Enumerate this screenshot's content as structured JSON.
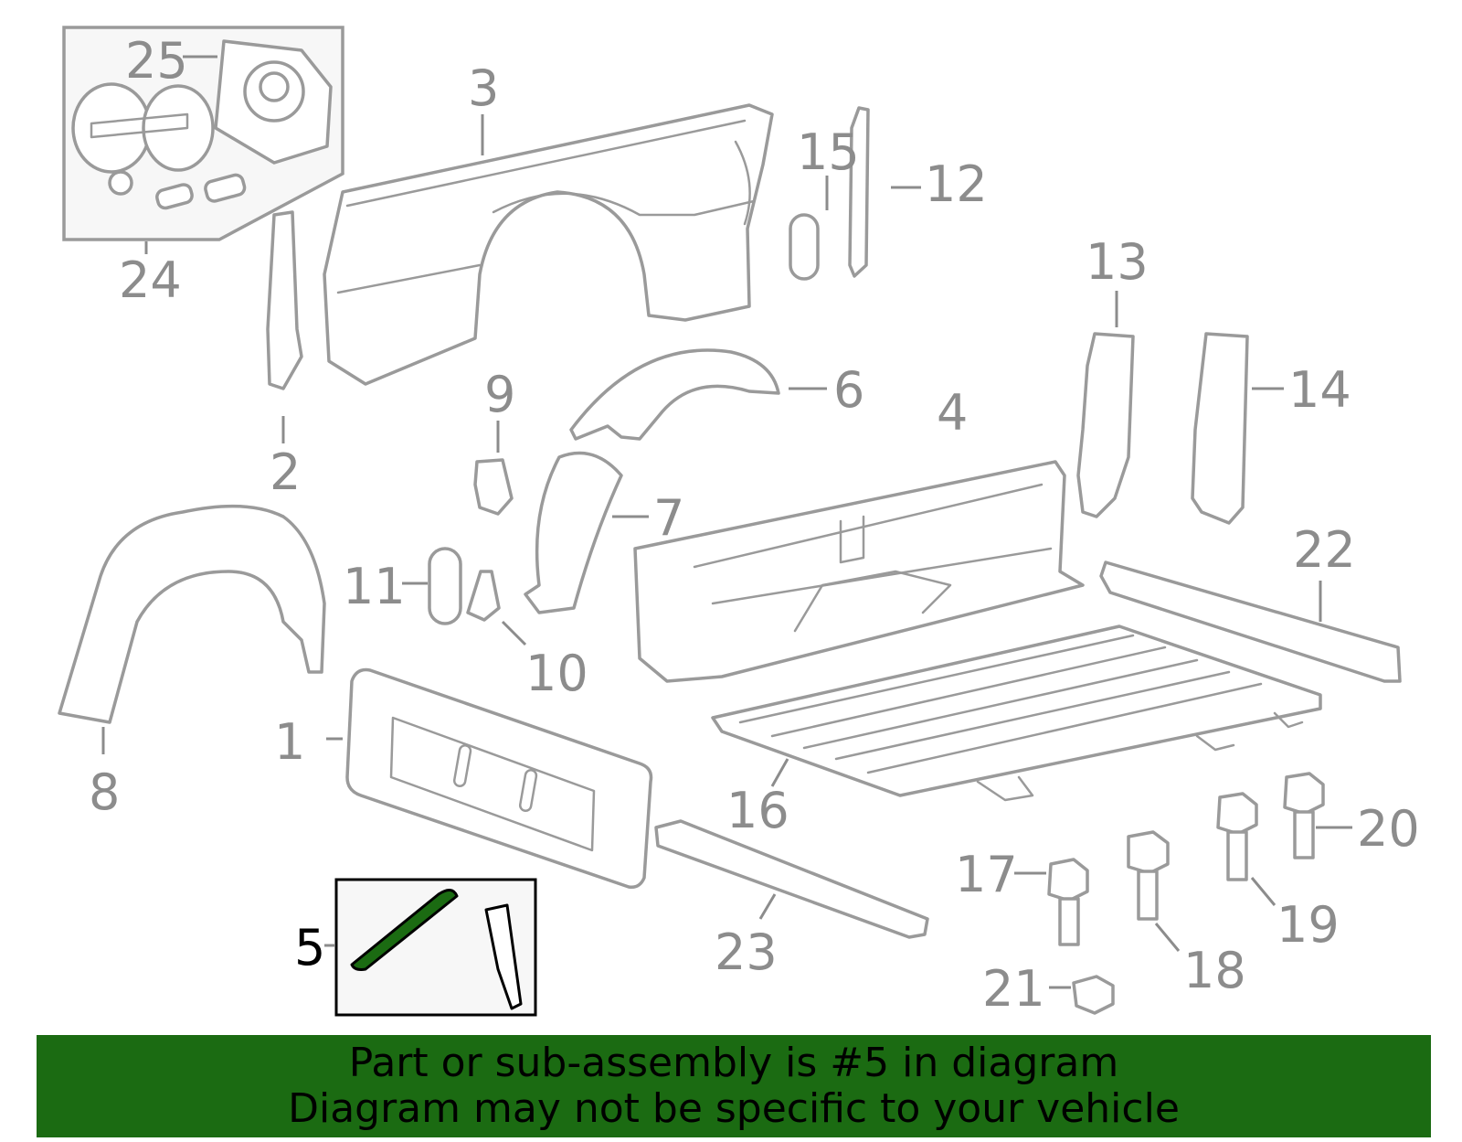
{
  "callouts": [
    {
      "id": "1",
      "label": "1"
    },
    {
      "id": "2",
      "label": "2"
    },
    {
      "id": "3",
      "label": "3"
    },
    {
      "id": "4",
      "label": "4"
    },
    {
      "id": "5",
      "label": "5"
    },
    {
      "id": "6",
      "label": "6"
    },
    {
      "id": "7",
      "label": "7"
    },
    {
      "id": "8",
      "label": "8"
    },
    {
      "id": "9",
      "label": "9"
    },
    {
      "id": "10",
      "label": "10"
    },
    {
      "id": "11",
      "label": "11"
    },
    {
      "id": "12",
      "label": "12"
    },
    {
      "id": "13",
      "label": "13"
    },
    {
      "id": "14",
      "label": "14"
    },
    {
      "id": "15",
      "label": "15"
    },
    {
      "id": "16",
      "label": "16"
    },
    {
      "id": "17",
      "label": "17"
    },
    {
      "id": "18",
      "label": "18"
    },
    {
      "id": "19",
      "label": "19"
    },
    {
      "id": "20",
      "label": "20"
    },
    {
      "id": "21",
      "label": "21"
    },
    {
      "id": "22",
      "label": "22"
    },
    {
      "id": "23",
      "label": "23"
    },
    {
      "id": "24",
      "label": "24"
    },
    {
      "id": "25",
      "label": "25"
    }
  ],
  "highlight": {
    "part": "5",
    "color": "#1b6b12"
  },
  "banner": {
    "line1": "Part or sub-assembly is #5 in diagram",
    "line2": "Diagram may not be specific to your vehicle",
    "background": "#1b6b12"
  },
  "colors": {
    "part_stroke": "#9a9a9a",
    "label": "#8c8c8c",
    "inset_fill": "#f7f7f7"
  }
}
